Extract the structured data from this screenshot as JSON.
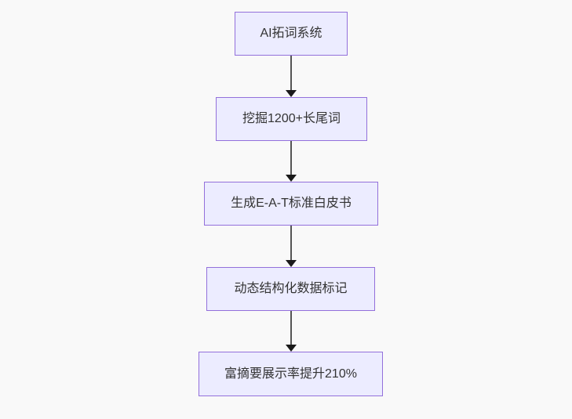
{
  "flowchart": {
    "type": "flowchart",
    "direction": "top-down",
    "nodes": [
      {
        "label": "AI拓词系统"
      },
      {
        "label": "挖掘1200+长尾词"
      },
      {
        "label": "生成E-A-T标准白皮书"
      },
      {
        "label": "动态结构化数据标记"
      },
      {
        "label": "富摘要展示率提升210%"
      }
    ],
    "edges": [
      {
        "from": 0,
        "to": 1
      },
      {
        "from": 1,
        "to": 2
      },
      {
        "from": 2,
        "to": 3
      },
      {
        "from": 3,
        "to": 4
      }
    ]
  },
  "colors": {
    "background": "#f9f9f9",
    "node_fill": "#ececff",
    "node_border": "#9370db",
    "edge_line": "#555555",
    "edge_head": "#1a1a1a",
    "text": "#333333"
  }
}
